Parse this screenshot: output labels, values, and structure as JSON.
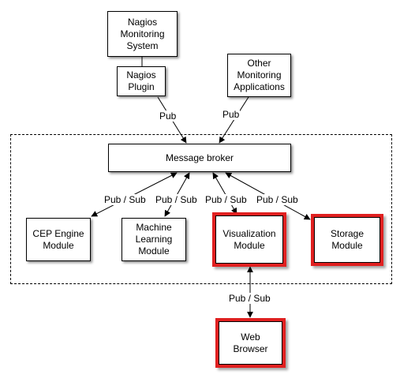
{
  "nodes": {
    "nagios": "Nagios\nMonitoring\nSystem",
    "nagios_plugin": "Nagios\nPlugin",
    "other_apps": "Other\nMonitoring\nApplications",
    "message_broker": "Message broker",
    "cep": "CEP Engine\nModule",
    "ml": "Machine\nLearning\nModule",
    "visualization": "Visualization\nModule",
    "storage": "Storage\nModule",
    "web_browser": "Web\nBrowser"
  },
  "edges": {
    "plugin_to_broker": "Pub",
    "other_to_broker": "Pub",
    "broker_cep": "Pub / Sub",
    "broker_ml": "Pub / Sub",
    "broker_vis": "Pub / Sub",
    "broker_storage": "Pub / Sub",
    "vis_browser": "Pub / Sub"
  },
  "colors": {
    "highlight": "#e02020",
    "line": "#000000"
  }
}
